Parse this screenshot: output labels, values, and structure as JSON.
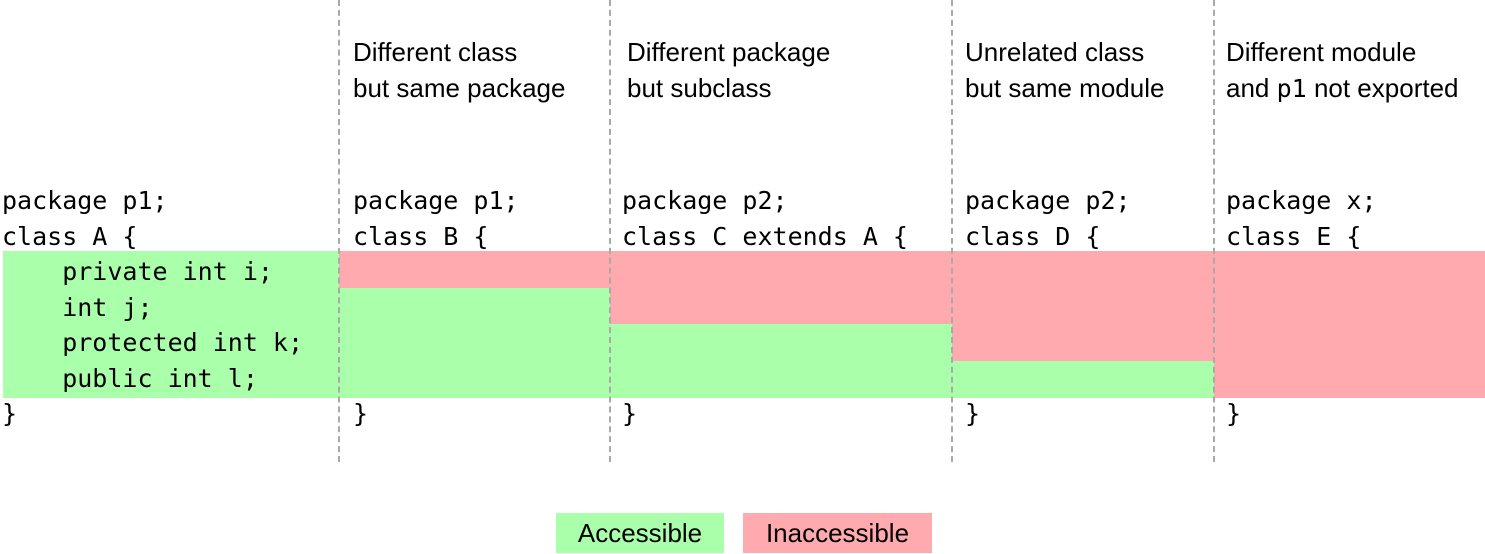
{
  "colors": {
    "accessible": "#aaffaa",
    "inaccessible": "#ffaaaf",
    "divider": "#a9a9a9",
    "text": "#000000"
  },
  "columns": [
    {
      "id": "A",
      "header": [
        "",
        ""
      ],
      "code": [
        "package p1;",
        "class A {",
        "    private int i;",
        "    int j;",
        "    protected int k;",
        "    public int l;",
        "}"
      ],
      "access": {
        "i": "accessible",
        "j": "accessible",
        "k": "accessible",
        "l": "accessible"
      }
    },
    {
      "id": "B",
      "header": [
        "Different class",
        "but same package"
      ],
      "code": [
        "package p1;",
        "class B {",
        "}"
      ],
      "access": {
        "i": "inaccessible",
        "j": "accessible",
        "k": "accessible",
        "l": "accessible"
      }
    },
    {
      "id": "C",
      "header": [
        "Different package",
        "but subclass"
      ],
      "code": [
        "package p2;",
        "class C extends A {",
        "}"
      ],
      "access": {
        "i": "inaccessible",
        "j": "inaccessible",
        "k": "accessible",
        "l": "accessible"
      }
    },
    {
      "id": "D",
      "header": [
        "Unrelated class",
        "but same module"
      ],
      "code": [
        "package p2;",
        "class D {",
        "}"
      ],
      "access": {
        "i": "inaccessible",
        "j": "inaccessible",
        "k": "inaccessible",
        "l": "accessible"
      }
    },
    {
      "id": "E",
      "header": [
        "Different module",
        "and ",
        "p1",
        " not exported"
      ],
      "code": [
        "package x;",
        "class E {",
        "}"
      ],
      "access": {
        "i": "inaccessible",
        "j": "inaccessible",
        "k": "inaccessible",
        "l": "inaccessible"
      }
    }
  ],
  "legend": {
    "accessible": "Accessible",
    "inaccessible": "Inaccessible"
  }
}
